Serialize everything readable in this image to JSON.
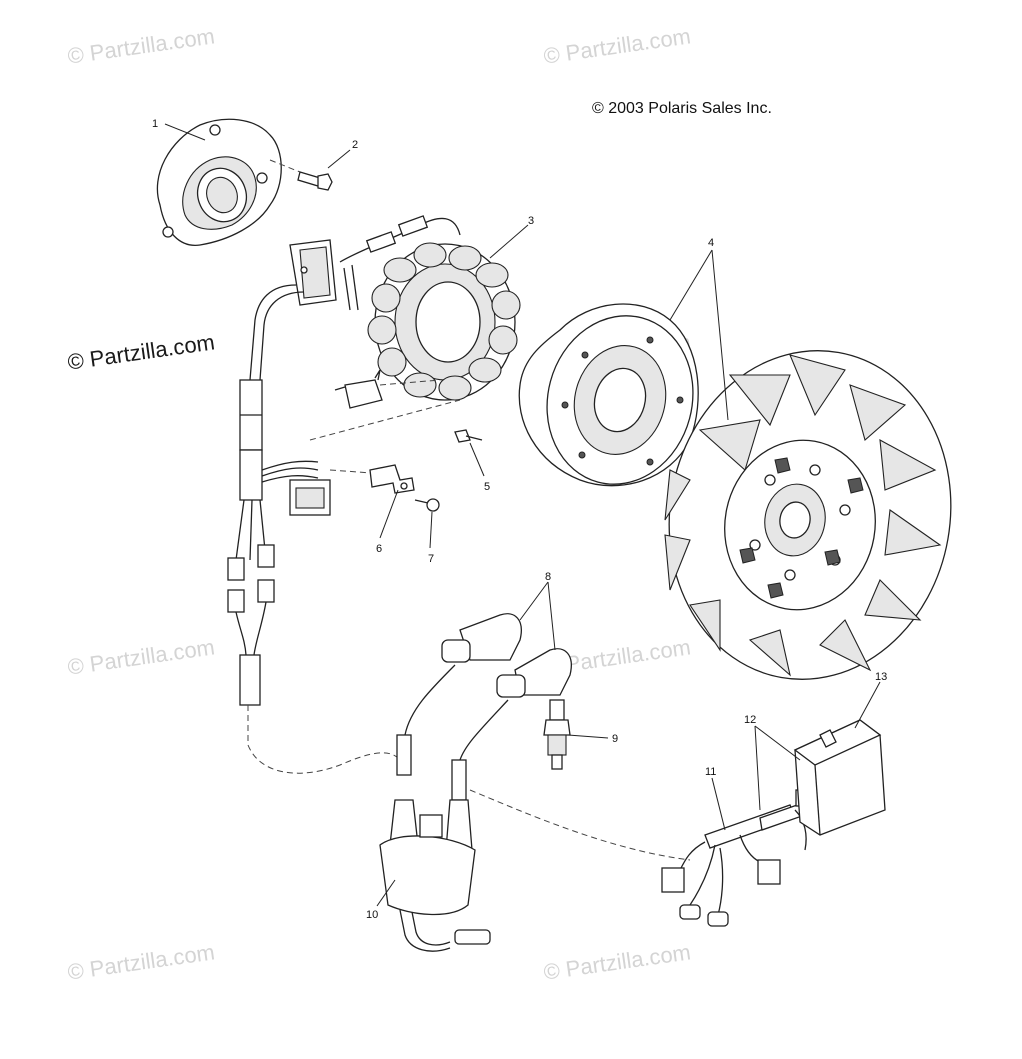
{
  "copyright": "© 2003 Polaris Sales Inc.",
  "watermark": "© Partzilla.com",
  "callouts": {
    "c1": "1",
    "c2": "2",
    "c3": "3",
    "c4": "4",
    "c5": "5",
    "c6": "6",
    "c7": "7",
    "c8": "8",
    "c9": "9",
    "c10": "10",
    "c11": "11",
    "c12": "12",
    "c13": "13"
  },
  "colors": {
    "line": "#222222",
    "watermark": "#d4d4d4",
    "background": "#ffffff"
  }
}
